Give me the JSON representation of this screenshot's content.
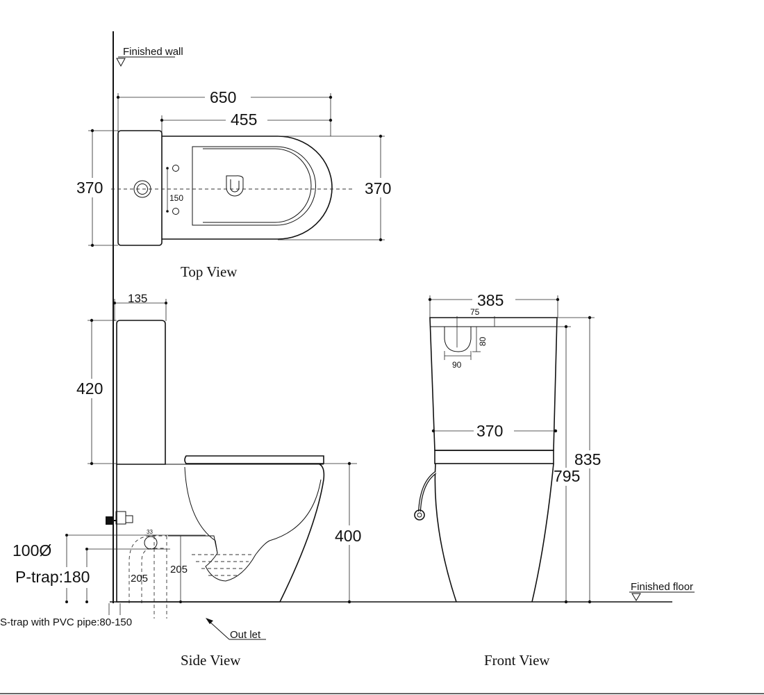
{
  "labels": {
    "finished_wall": "Finished wall",
    "finished_floor": "Finished floor",
    "top_view": "Top View",
    "side_view": "Side View",
    "front_view": "Front View",
    "outlet": "Out let",
    "s_trap": "S-trap with PVC pipe:80-150",
    "p_trap": "P-trap:180",
    "pipe_size": "100Ø"
  },
  "top_view": {
    "overall_length": "650",
    "pan_length": "455",
    "width_left": "370",
    "width_right": "370",
    "hole_spacing": "150"
  },
  "side_view": {
    "cistern_depth": "135",
    "cistern_height": "420",
    "seat_height": "400",
    "outlet_dim": "33",
    "outlet_height_a": "205",
    "outlet_height_b": "205"
  },
  "front_view": {
    "cistern_width": "385",
    "button_offset": "75",
    "button_depth": "80",
    "button_width": "90",
    "pan_width": "370",
    "height_total": "835",
    "height_pan": "795"
  }
}
